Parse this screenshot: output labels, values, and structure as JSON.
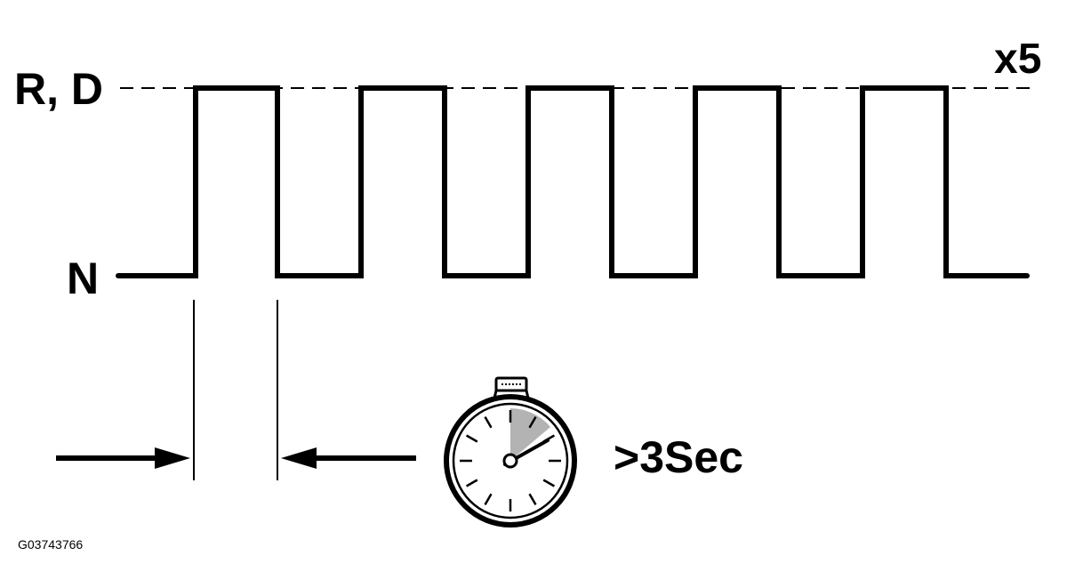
{
  "labels": {
    "high_state": "R, D",
    "low_state": "N",
    "repeat": "x5",
    "duration": ">3Sec",
    "figure_id": "G03743766"
  },
  "signal": {
    "pulses": 5,
    "levels": [
      "N",
      "R, D"
    ]
  },
  "colors": {
    "ink": "#000000",
    "background": "#ffffff",
    "timer_wedge": "#b3b3b3"
  },
  "icons": {
    "timer": "stopwatch-icon",
    "arrow_right": "arrow-right-icon",
    "arrow_left": "arrow-left-icon"
  }
}
